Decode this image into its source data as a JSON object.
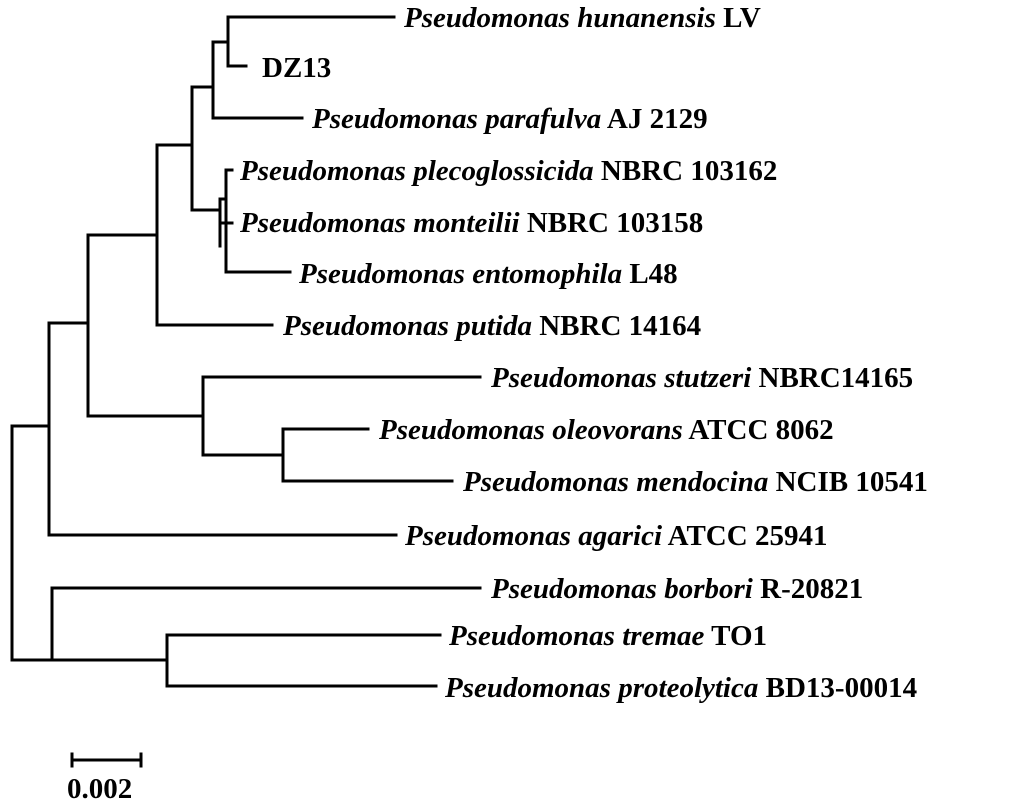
{
  "taxa": [
    {
      "id": "hunanensis",
      "genus": "Pseudomonas",
      "species": "hunanensis",
      "strain": "LV"
    },
    {
      "id": "dz13",
      "genus": "",
      "species": "",
      "strain": "DZ13"
    },
    {
      "id": "parafulva",
      "genus": "Pseudomonas",
      "species": "parafulva",
      "strain": "AJ 2129"
    },
    {
      "id": "plecoglossicida",
      "genus": "Pseudomonas",
      "species": "plecoglossicida",
      "strain": "NBRC 103162"
    },
    {
      "id": "monteilii",
      "genus": "Pseudomonas",
      "species": "monteilii",
      "strain": "NBRC 103158"
    },
    {
      "id": "entomophila",
      "genus": "Pseudomonas",
      "species": "entomophila",
      "strain": "L48"
    },
    {
      "id": "putida",
      "genus": "Pseudomonas",
      "species": "putida",
      "strain": "NBRC 14164"
    },
    {
      "id": "stutzeri",
      "genus": "Pseudomonas",
      "species": "stutzeri",
      "strain": "NBRC14165"
    },
    {
      "id": "oleovorans",
      "genus": "Pseudomonas",
      "species": "oleovorans",
      "strain": "ATCC 8062"
    },
    {
      "id": "mendocina",
      "genus": "Pseudomonas",
      "species": "mendocina",
      "strain": "NCIB 10541"
    },
    {
      "id": "agarici",
      "genus": "Pseudomonas",
      "species": "agarici",
      "strain": "ATCC 25941"
    },
    {
      "id": "borbori",
      "genus": "Pseudomonas",
      "species": "borbori",
      "strain": "R-20821"
    },
    {
      "id": "tremae",
      "genus": "Pseudomonas",
      "species": "tremae",
      "strain": "TO1"
    },
    {
      "id": "proteolytica",
      "genus": "Pseudomonas",
      "species": "proteolytica",
      "strain": "BD13-00014"
    }
  ],
  "scale_bar": {
    "label": "0.002"
  }
}
